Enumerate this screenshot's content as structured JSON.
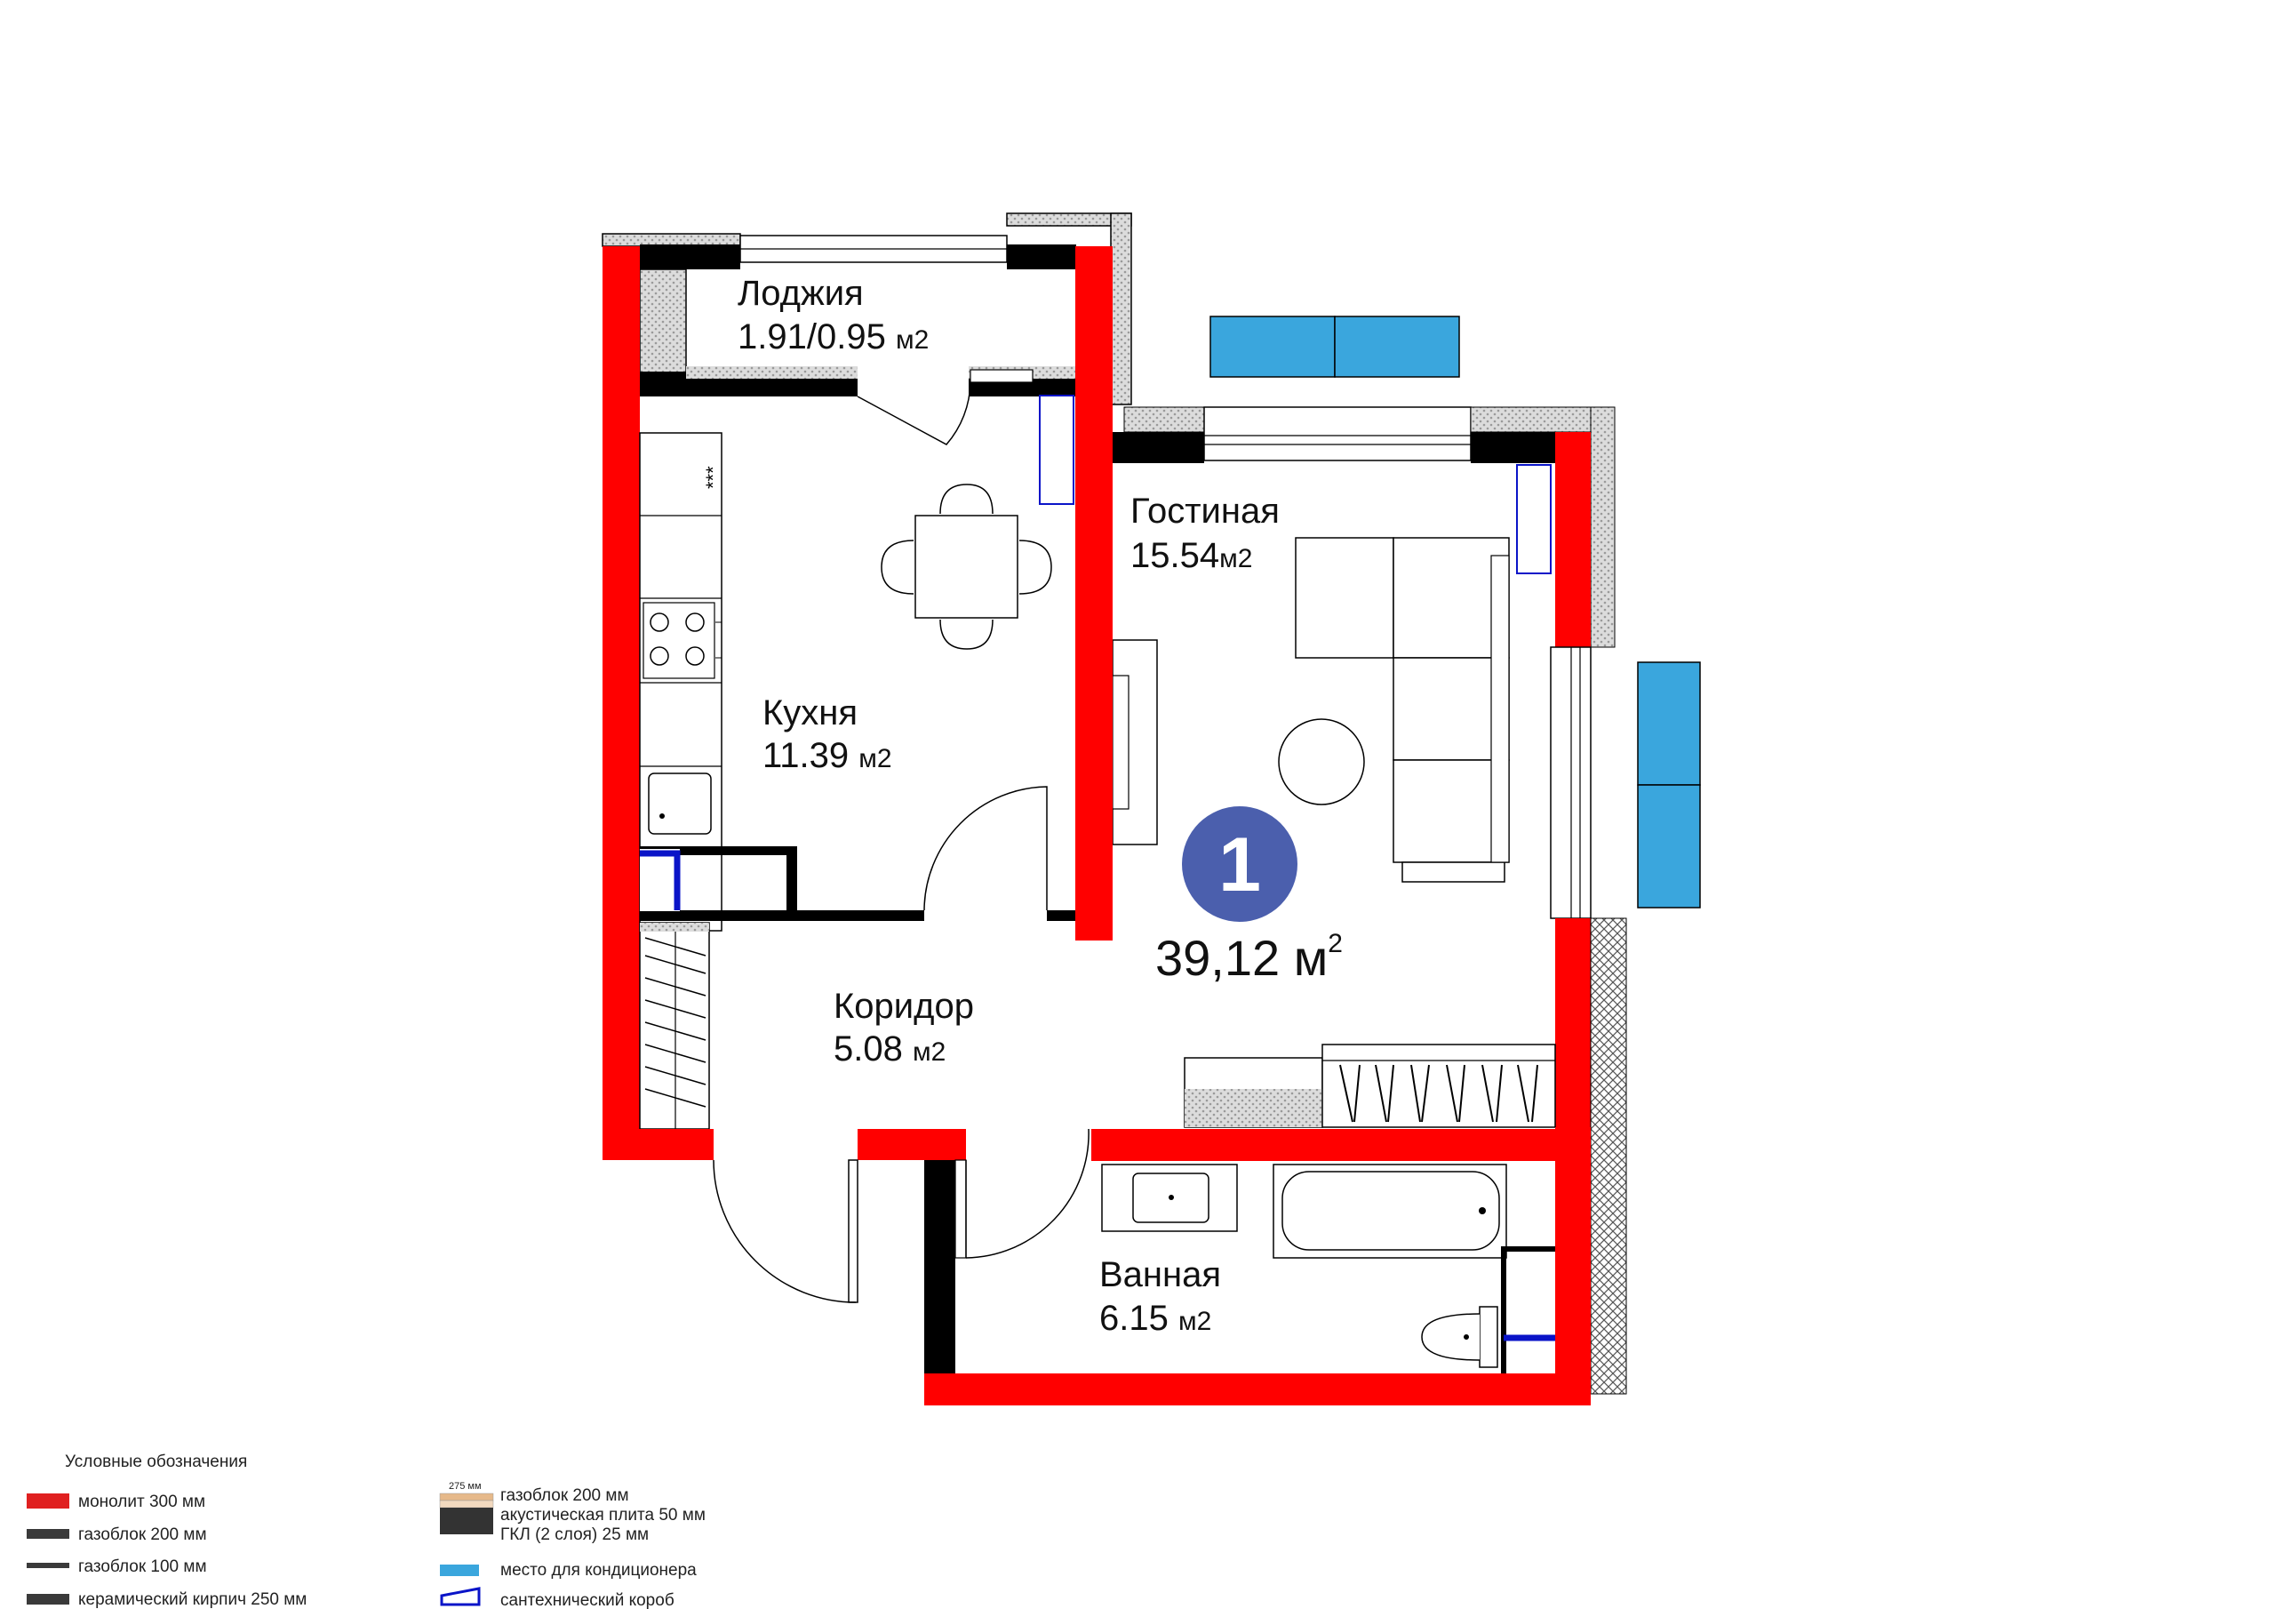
{
  "colors": {
    "monolith": "#ff0000",
    "gasblock": "#000000",
    "ac": "#3aa6dd",
    "plumbing": "#0a14c8",
    "badge": "#4b5fad",
    "hatch": "#b8b8b8"
  },
  "apartment": {
    "rooms_count": "1",
    "total_area": "39,12 м",
    "total_area_sup": "2"
  },
  "rooms": {
    "loggia": {
      "name": "Лоджия",
      "area": "1.91/0.95",
      "unit": "м2"
    },
    "living": {
      "name": "Гостиная",
      "area": "15.54",
      "unit": "м2"
    },
    "kitchen": {
      "name": "Кухня",
      "area": "11.39",
      "unit": "м2"
    },
    "corridor": {
      "name": "Коридор",
      "area": "5.08",
      "unit": "м2"
    },
    "bathroom": {
      "name": "Ванная",
      "area": "6.15",
      "unit": "м2"
    }
  },
  "legend": {
    "title": "Условные обозначения",
    "monolith": "монолит 300 мм",
    "gasblock200": "газоблок 200 мм",
    "gasblock100": "газоблок 100 мм",
    "brick250": "керамический кирпич 250 мм",
    "composite_dim": "275 мм",
    "composite_line1": "газоблок 200 мм",
    "composite_line2": "акустическая плита 50 мм",
    "composite_line3": "ГКЛ (2 слоя) 25 мм",
    "ac_place": "место для кондиционера",
    "plumbing_box": "сантехнический короб"
  },
  "icons": {
    "door": "door-swing-icon",
    "window": "window-icon",
    "stove": "stove-icon",
    "sink": "sink-icon",
    "bathtub": "bathtub-icon",
    "toilet": "toilet-icon",
    "sofa": "sofa-icon",
    "table": "dining-table-icon"
  }
}
